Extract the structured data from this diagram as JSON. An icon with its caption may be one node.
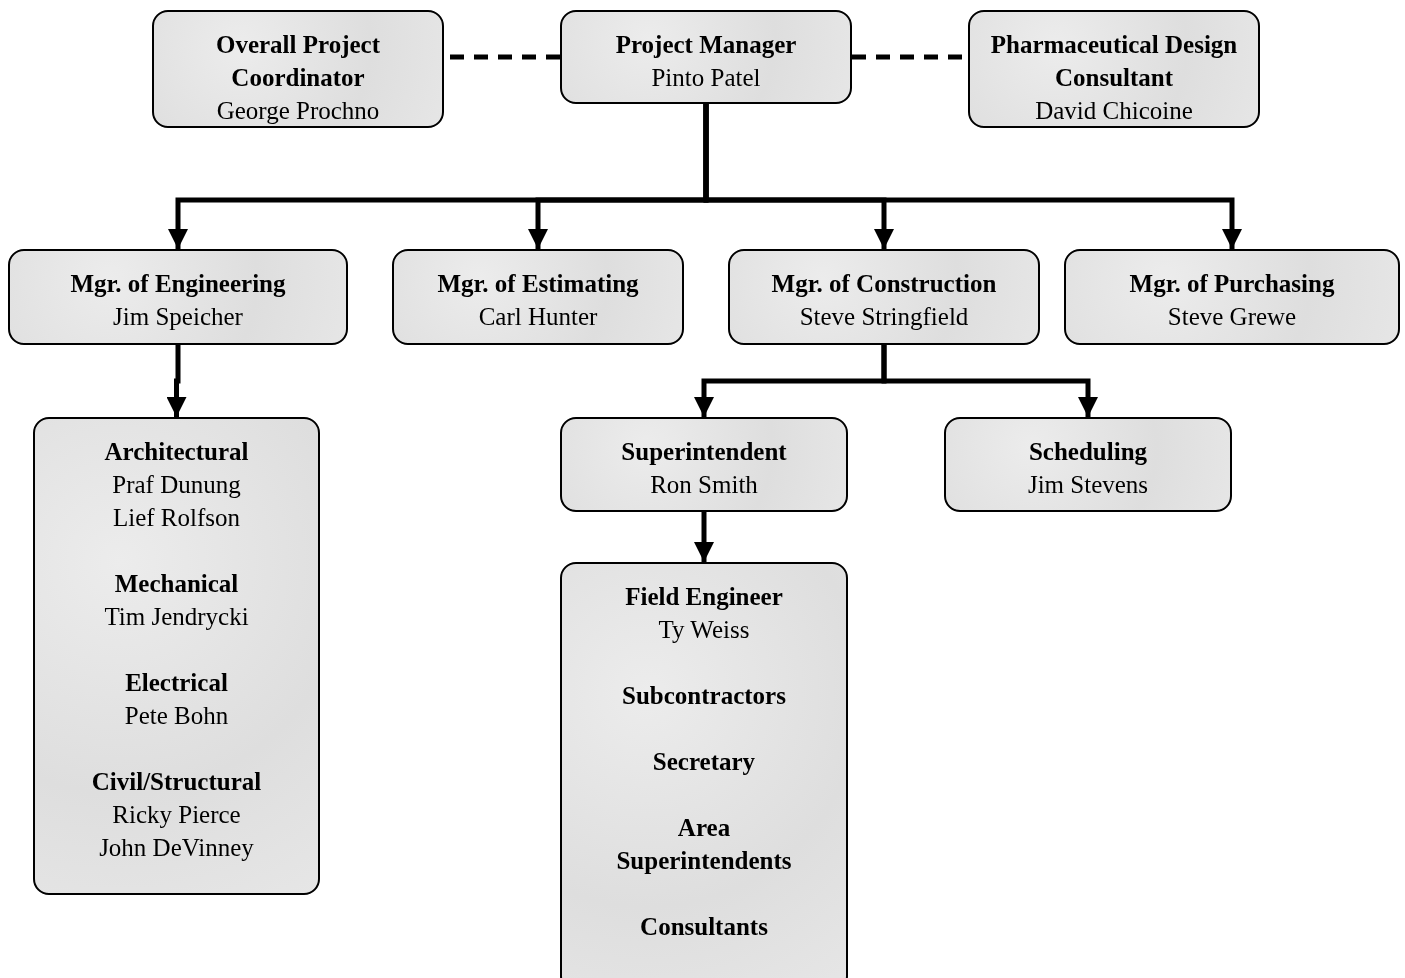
{
  "diagram": {
    "nodes": [
      {
        "text": [
          "Overall Project Coordinator",
          "George Prochno"
        ]
      },
      {
        "text": [
          "Project Manager",
          "Pinto Patel"
        ]
      },
      {
        "text": [
          "Pharmaceutical Design Consultant",
          "David Chicoine"
        ]
      },
      {
        "text": [
          "Mgr. of Engineering",
          "Jim Speicher"
        ]
      },
      {
        "text": [
          "Mgr. of Estimating",
          "Carl Hunter"
        ]
      },
      {
        "text": [
          "Mgr. of Construction",
          "Steve Stringfield"
        ]
      },
      {
        "text": [
          "Mgr. of Purchasing",
          "Steve Grewe"
        ]
      },
      {
        "text": [
          "Architectural",
          "Praf Dunung",
          "Lief Rolfson",
          "Mechanical",
          "Tim Jendrycki",
          "Electrical",
          "Pete Bohn",
          "Civil/Structural",
          "Ricky Pierce",
          "John DeVinney"
        ]
      },
      {
        "text": [
          "Superintendent",
          "Ron Smith"
        ]
      },
      {
        "text": [
          "Scheduling",
          "Jim Stevens"
        ]
      },
      {
        "text": [
          "Field Engineer",
          "Ty Weiss",
          "Subcontractors",
          "Secretary",
          "Area Superintendents",
          "Consultants"
        ]
      }
    ],
    "edges": [
      {
        "from": 1,
        "to": 0,
        "arrow": "none",
        "style": "dashed"
      },
      {
        "from": 1,
        "to": 2,
        "arrow": "none",
        "style": "dashed"
      },
      {
        "from": 1,
        "to": 3,
        "arrow": "to"
      },
      {
        "from": 1,
        "to": 4,
        "arrow": "to"
      },
      {
        "from": 1,
        "to": 5,
        "arrow": "to"
      },
      {
        "from": 1,
        "to": 6,
        "arrow": "to"
      },
      {
        "from": 3,
        "to": 7,
        "arrow": "to"
      },
      {
        "from": 5,
        "to": 8,
        "arrow": "to"
      },
      {
        "from": 5,
        "to": 9,
        "arrow": "to"
      },
      {
        "from": 8,
        "to": 10,
        "arrow": "to"
      }
    ]
  }
}
